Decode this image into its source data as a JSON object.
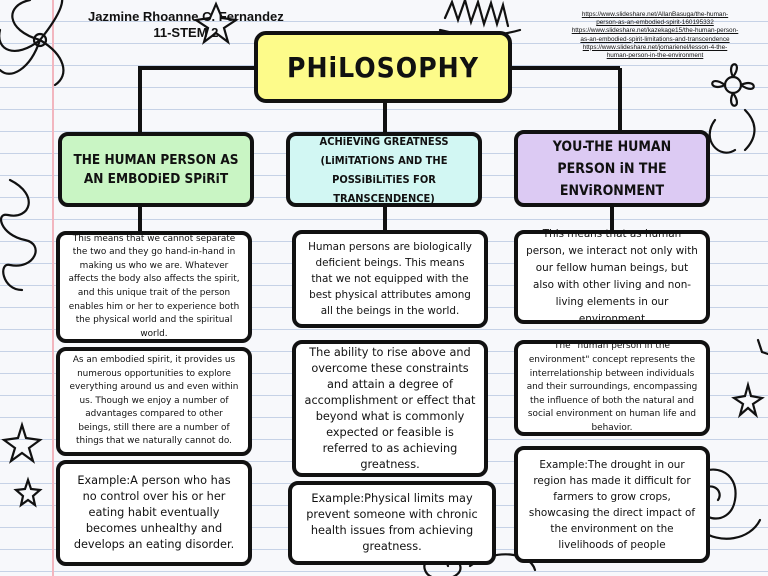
{
  "author": {
    "name": "Jazmine Rhoanne C. Fernandez",
    "section": "11-STEM 2"
  },
  "references": [
    "https://www.slideshare.net/AllanBasuga/the-human-",
    "person-as-an-embodied-spirit-160195332",
    "https://www.slideshare.net/kazekage15/the-human-person-",
    "as-an-embodied-spirit-limitations-and-transcendence",
    "https://www.slideshare.net/jomarienel/lesson-4-the-",
    "human-person-in-the-environment"
  ],
  "title": "PHiLOSOPHY",
  "colors": {
    "title_bg": "#fdfb8a",
    "col1_head": "#c9f5c4",
    "col2_head": "#d2f7f3",
    "col3_head": "#dccaf3",
    "box_bg": "#ffffff",
    "border": "#111111"
  },
  "columns": [
    {
      "heading": "THE HUMAN PERSON AS AN EMBODiED SPiRiT",
      "boxes": [
        "This means that we cannot separate the two and they go hand-in-hand in making us who we are. Whatever affects the body also affects the spirit, and this unique trait of the person enables him or her to experience both the physical world and the spiritual world.",
        "As an embodied spirit, it provides us numerous opportunities to explore everything around us and even within us. Though we enjoy a number of advantages compared to other beings, still there are a number of things that we naturally cannot do.",
        "Example:A person who has no control over his or her eating habit eventually becomes unhealthy and develops an eating disorder."
      ]
    },
    {
      "heading": "ACHiEViNG GREATNESS (LiMiTATiONS AND THE POSSiBiLiTiES FOR TRANSCENDENCE)",
      "boxes": [
        "Human persons are biologically deficient beings. This means that we not equipped with the best physical attributes among all the beings in the world.",
        "The ability to rise above and overcome these constraints and attain a degree of accomplishment or effect that beyond what is commonly expected or feasible is referred to as achieving greatness.",
        "Example:Physical limits may prevent someone with chronic health issues from achieving greatness."
      ]
    },
    {
      "heading": "YOU-THE HUMAN PERSON iN THE ENViRONMENT",
      "boxes": [
        "This means that as human person, we interact not only with our fellow human beings, but also with other living and non-living elements in our environment",
        "The \"human person in the environment\" concept represents the interrelationship between individuals and their surroundings, encompassing the influence of both the natural and social environment on human life and behavior.",
        "Example:The drought in our region has made it difficult for farmers to grow crops, showcasing the direct impact of the environment on the livelihoods of people"
      ]
    }
  ]
}
